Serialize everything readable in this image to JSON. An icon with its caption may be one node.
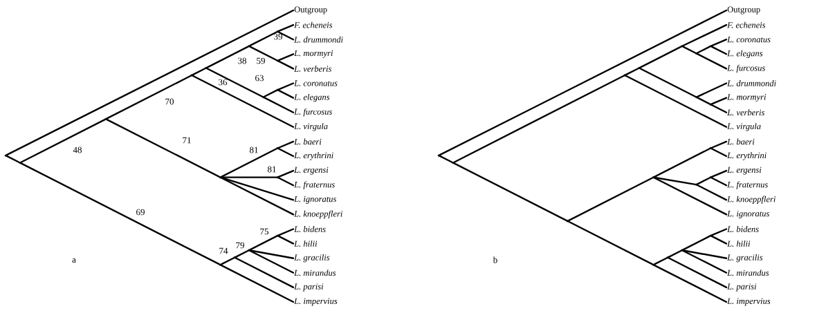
{
  "diagram": {
    "nodes": [
      {
        "text": [
          "Outgroup"
        ]
      },
      {
        "text": [
          "F. echeneis"
        ]
      },
      {
        "text": [
          "L. drummondi"
        ]
      },
      {
        "text": [
          "L. mormyri"
        ]
      },
      {
        "text": [
          "L. verberis"
        ]
      },
      {
        "text": [
          "L. coronatus"
        ]
      },
      {
        "text": [
          "L. elegans"
        ]
      },
      {
        "text": [
          "L. furcosus"
        ]
      },
      {
        "text": [
          "L. virgula"
        ]
      },
      {
        "text": [
          "L. baeri"
        ]
      },
      {
        "text": [
          "L. erythrini"
        ]
      },
      {
        "text": [
          "L. ergensi"
        ]
      },
      {
        "text": [
          "L. fraternus"
        ]
      },
      {
        "text": [
          "L. ignoratus"
        ]
      },
      {
        "text": [
          "L. knoeppfleri"
        ]
      },
      {
        "text": [
          "L. bidens"
        ]
      },
      {
        "text": [
          "L. hilii"
        ]
      },
      {
        "text": [
          "L. gracilis"
        ]
      },
      {
        "text": [
          "L. mirandus"
        ]
      },
      {
        "text": [
          "L. parisi"
        ]
      },
      {
        "text": [
          "L. impervius"
        ]
      },
      {
        "text": [],
        "shape": "point"
      },
      {
        "text": [],
        "shape": "point"
      },
      {
        "text": [],
        "shape": "point"
      },
      {
        "text": [],
        "shape": "point"
      },
      {
        "text": [],
        "shape": "point"
      },
      {
        "text": [],
        "shape": "point"
      },
      {
        "text": [],
        "shape": "point"
      },
      {
        "text": [],
        "shape": "point"
      },
      {
        "text": [],
        "shape": "point"
      },
      {
        "text": [],
        "shape": "point"
      },
      {
        "text": [],
        "shape": "point"
      },
      {
        "text": [],
        "shape": "point"
      },
      {
        "text": [],
        "shape": "point"
      },
      {
        "text": [],
        "shape": "point"
      },
      {
        "text": [],
        "shape": "point"
      },
      {
        "text": [],
        "shape": "point"
      },
      {
        "text": [],
        "shape": "point"
      },
      {
        "text": [
          "Outgroup"
        ]
      },
      {
        "text": [
          "F. echeneis"
        ]
      },
      {
        "text": [
          "L. coronatus"
        ]
      },
      {
        "text": [
          "L. elegans"
        ]
      },
      {
        "text": [
          "L. furcosus"
        ]
      },
      {
        "text": [
          "L. drummondi"
        ]
      },
      {
        "text": [
          "L. mormyri"
        ]
      },
      {
        "text": [
          "L. verberis"
        ]
      },
      {
        "text": [
          "L. virgula"
        ]
      },
      {
        "text": [
          "L. baeri"
        ]
      },
      {
        "text": [
          "L. erythrini"
        ]
      },
      {
        "text": [
          "L. ergensi"
        ]
      },
      {
        "text": [
          "L. fraternus"
        ]
      },
      {
        "text": [
          "L. knoeppfleri"
        ]
      },
      {
        "text": [
          "L. ignoratus"
        ]
      },
      {
        "text": [
          "L. bidens"
        ]
      },
      {
        "text": [
          "L. hilii"
        ]
      },
      {
        "text": [
          "L. gracilis"
        ]
      },
      {
        "text": [
          "L. mirandus"
        ]
      },
      {
        "text": [
          "L. parisi"
        ]
      },
      {
        "text": [
          "L. impervius"
        ]
      },
      {
        "text": [],
        "shape": "point"
      },
      {
        "text": [],
        "shape": "point"
      },
      {
        "text": [],
        "shape": "point"
      },
      {
        "text": [],
        "shape": "point"
      },
      {
        "text": [],
        "shape": "point"
      },
      {
        "text": [],
        "shape": "point"
      },
      {
        "text": [],
        "shape": "point"
      },
      {
        "text": [],
        "shape": "point"
      },
      {
        "text": [],
        "shape": "point"
      },
      {
        "text": [],
        "shape": "point"
      },
      {
        "text": [],
        "shape": "point"
      },
      {
        "text": [],
        "shape": "point"
      },
      {
        "text": [],
        "shape": "point"
      },
      {
        "text": [],
        "shape": "point"
      },
      {
        "text": [],
        "shape": "point"
      },
      {
        "text": [],
        "shape": "point"
      },
      {
        "text": [],
        "shape": "point"
      },
      {
        "text": [],
        "shape": "point"
      }
    ],
    "edges": [
      {
        "from": 21,
        "to": 0,
        "arrow": "none"
      },
      {
        "from": 21,
        "to": 22,
        "arrow": "none"
      },
      {
        "from": 22,
        "to": 23,
        "arrow": "none"
      },
      {
        "from": 22,
        "to": 27,
        "arrow": "none"
      },
      {
        "from": 23,
        "to": 24,
        "arrow": "none"
      },
      {
        "from": 23,
        "to": 26,
        "arrow": "none"
      },
      {
        "from": 24,
        "to": 25,
        "arrow": "none"
      },
      {
        "from": 24,
        "to": 8,
        "arrow": "none"
      },
      {
        "from": 25,
        "to": 29,
        "arrow": "none"
      },
      {
        "from": 25,
        "to": 31,
        "arrow": "none"
      },
      {
        "from": 29,
        "to": 32,
        "arrow": "none"
      },
      {
        "from": 29,
        "to": 33,
        "arrow": "none"
      },
      {
        "from": 32,
        "to": 1,
        "arrow": "none"
      },
      {
        "from": 32,
        "to": 2,
        "arrow": "none"
      },
      {
        "from": 33,
        "to": 3,
        "arrow": "none"
      },
      {
        "from": 33,
        "to": 4,
        "arrow": "none"
      },
      {
        "from": 31,
        "to": 34,
        "arrow": "none"
      },
      {
        "from": 31,
        "to": 7,
        "arrow": "none"
      },
      {
        "from": 34,
        "to": 5,
        "arrow": "none"
      },
      {
        "from": 34,
        "to": 6,
        "arrow": "none"
      },
      {
        "from": 26,
        "to": 35,
        "arrow": "none"
      },
      {
        "from": 26,
        "to": 36,
        "arrow": "none"
      },
      {
        "from": 26,
        "to": 13,
        "arrow": "none"
      },
      {
        "from": 26,
        "to": 14,
        "arrow": "none"
      },
      {
        "from": 35,
        "to": 9,
        "arrow": "none"
      },
      {
        "from": 35,
        "to": 10,
        "arrow": "none"
      },
      {
        "from": 36,
        "to": 11,
        "arrow": "none"
      },
      {
        "from": 36,
        "to": 12,
        "arrow": "none"
      },
      {
        "from": 27,
        "to": 28,
        "arrow": "none"
      },
      {
        "from": 27,
        "to": 20,
        "arrow": "none"
      },
      {
        "from": 28,
        "to": 30,
        "arrow": "none"
      },
      {
        "from": 28,
        "to": 19,
        "arrow": "none"
      },
      {
        "from": 30,
        "to": 37,
        "arrow": "none"
      },
      {
        "from": 30,
        "to": 17,
        "arrow": "none"
      },
      {
        "from": 30,
        "to": 18,
        "arrow": "none"
      },
      {
        "from": 37,
        "to": 15,
        "arrow": "none"
      },
      {
        "from": 37,
        "to": 16,
        "arrow": "none"
      },
      {
        "from": 59,
        "to": 38,
        "arrow": "none"
      },
      {
        "from": 59,
        "to": 60,
        "arrow": "none"
      },
      {
        "from": 60,
        "to": 62,
        "arrow": "none"
      },
      {
        "from": 60,
        "to": 61,
        "arrow": "none"
      },
      {
        "from": 62,
        "to": 63,
        "arrow": "none"
      },
      {
        "from": 62,
        "to": 46,
        "arrow": "none"
      },
      {
        "from": 63,
        "to": 67,
        "arrow": "none"
      },
      {
        "from": 63,
        "to": 70,
        "arrow": "none"
      },
      {
        "from": 67,
        "to": 39,
        "arrow": "none"
      },
      {
        "from": 67,
        "to": 69,
        "arrow": "none"
      },
      {
        "from": 69,
        "to": 72,
        "arrow": "none"
      },
      {
        "from": 69,
        "to": 42,
        "arrow": "none"
      },
      {
        "from": 72,
        "to": 40,
        "arrow": "none"
      },
      {
        "from": 72,
        "to": 41,
        "arrow": "none"
      },
      {
        "from": 70,
        "to": 43,
        "arrow": "none"
      },
      {
        "from": 70,
        "to": 73,
        "arrow": "none"
      },
      {
        "from": 73,
        "to": 44,
        "arrow": "none"
      },
      {
        "from": 73,
        "to": 45,
        "arrow": "none"
      },
      {
        "from": 61,
        "to": 64,
        "arrow": "none"
      },
      {
        "from": 61,
        "to": 65,
        "arrow": "none"
      },
      {
        "from": 64,
        "to": 74,
        "arrow": "none"
      },
      {
        "from": 64,
        "to": 71,
        "arrow": "none"
      },
      {
        "from": 64,
        "to": 52,
        "arrow": "none"
      },
      {
        "from": 74,
        "to": 47,
        "arrow": "none"
      },
      {
        "from": 74,
        "to": 48,
        "arrow": "none"
      },
      {
        "from": 71,
        "to": 75,
        "arrow": "none"
      },
      {
        "from": 71,
        "to": 51,
        "arrow": "none"
      },
      {
        "from": 75,
        "to": 49,
        "arrow": "none"
      },
      {
        "from": 75,
        "to": 50,
        "arrow": "none"
      },
      {
        "from": 65,
        "to": 66,
        "arrow": "none"
      },
      {
        "from": 65,
        "to": 58,
        "arrow": "none"
      },
      {
        "from": 66,
        "to": 68,
        "arrow": "none"
      },
      {
        "from": 66,
        "to": 57,
        "arrow": "none"
      },
      {
        "from": 68,
        "to": 76,
        "arrow": "none"
      },
      {
        "from": 68,
        "to": 55,
        "arrow": "none"
      },
      {
        "from": 68,
        "to": 56,
        "arrow": "none"
      },
      {
        "from": 76,
        "to": 53,
        "arrow": "none"
      },
      {
        "from": 76,
        "to": 54,
        "arrow": "none"
      }
    ],
    "labels": [
      "39",
      "38",
      "59",
      "36",
      "63",
      "70",
      "71",
      "48",
      "81",
      "81",
      "69",
      "75",
      "79",
      "74",
      "a",
      "b"
    ]
  }
}
